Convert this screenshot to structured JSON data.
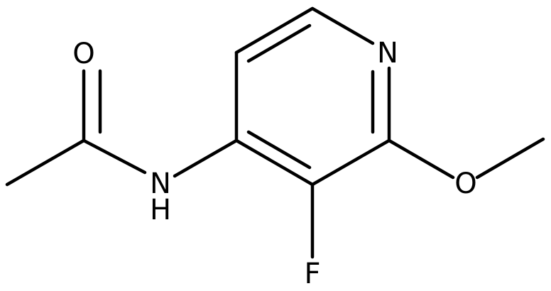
{
  "molecule": {
    "atoms": {
      "N_ring": "N",
      "O_carbonyl": "O",
      "N_amide": "N",
      "H_amide": "H",
      "F": "F",
      "O_methoxy": "O"
    }
  },
  "colors": {
    "bond": "#000000",
    "label": "#000000",
    "background": "#ffffff"
  }
}
